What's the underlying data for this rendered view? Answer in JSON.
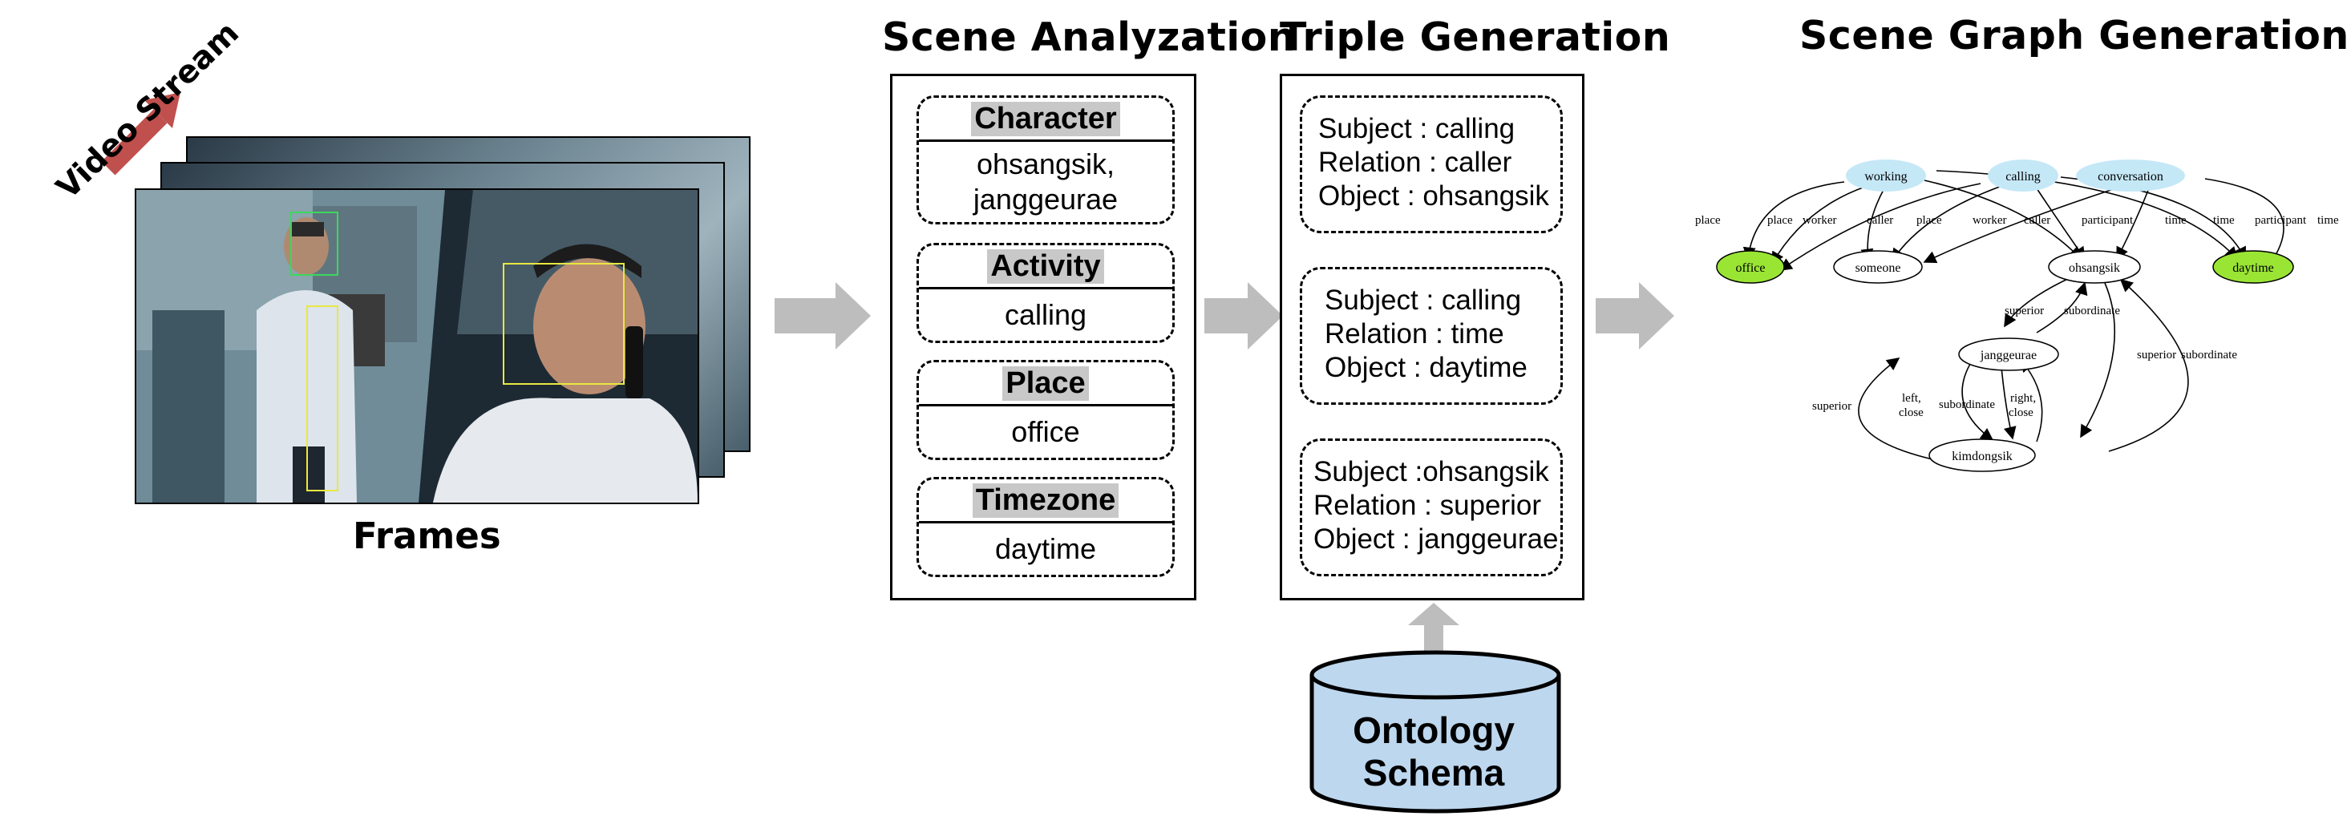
{
  "titles": {
    "scene_analyzation": "Scene Analyzation",
    "triple_generation": "Triple Generation",
    "scene_graph_generation": "Scene Graph Generation"
  },
  "frames": {
    "label": "Frames",
    "stream_label": "Video Stream"
  },
  "scene_analysis": [
    {
      "header": "Character",
      "value_lines": [
        "ohsangsik,",
        "janggeurae"
      ]
    },
    {
      "header": "Activity",
      "value_lines": [
        "calling"
      ]
    },
    {
      "header": "Place",
      "value_lines": [
        "office"
      ]
    },
    {
      "header": "Timezone",
      "value_lines": [
        "daytime"
      ]
    }
  ],
  "triples": [
    {
      "subject": "Subject : calling",
      "relation": "Relation : caller",
      "object": "Object : ohsangsik"
    },
    {
      "subject": "Subject : calling",
      "relation": "Relation : time",
      "object": "Object : daytime"
    },
    {
      "subject": "Subject :ohsangsik",
      "relation": "Relation : superior",
      "object": "Object : janggeurae"
    }
  ],
  "ontology": {
    "line1": "Ontology",
    "line2": "Schema"
  },
  "colors": {
    "arrow_gray": "#bdbdbd",
    "stream_arrow": "#c0504d",
    "cylinder_fill": "#bdd7ee",
    "node_blue": "#c5e8f7",
    "node_green": "#9ae534",
    "header_gray": "#c8c8c8"
  },
  "graph": {
    "nodes": {
      "working": "working",
      "calling": "calling",
      "conversation": "conversation",
      "office": "office",
      "someone": "someone",
      "ohsangsik": "ohsangsik",
      "daytime": "daytime",
      "janggeurae": "janggeurae",
      "kimdongsik": "kimdongsik"
    },
    "edge_labels": {
      "working_office_place": "place",
      "calling_office_place": "place",
      "working_someone_worker": "worker",
      "calling_someone_caller": "caller",
      "conversation_office_place": "place",
      "working_ohsangsik_worker": "worker",
      "calling_ohsangsik_caller": "caller",
      "conversation_someone_participant": "participant",
      "calling_daytime_time": "time",
      "working_daytime_time": "time",
      "conversation_ohsangsik_participant": "participant",
      "conversation_daytime_time": "time",
      "oh_jang_superior": "superior",
      "jang_oh_subordinate": "subordinate",
      "oh_kim_superior": "superior",
      "kim_oh_subordinate": "subordinate",
      "kim_jang_superior": "superior",
      "jang_kim_left": "left,",
      "jang_kim_close": "close",
      "jang_kim_subordinate": "subordinate",
      "kim_jang_right": "right,",
      "kim_jang_close": "close"
    }
  }
}
